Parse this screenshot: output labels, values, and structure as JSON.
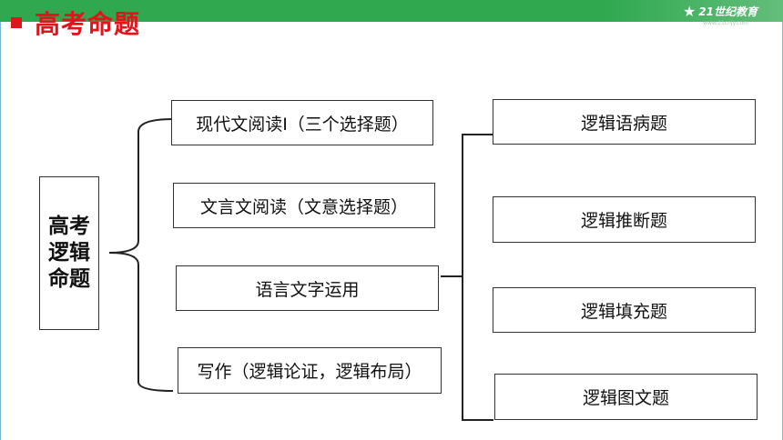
{
  "header": {
    "title": "高考命题",
    "logo_text": "21世纪教育",
    "logo_url": "www.21cnjy.com",
    "bar_color": "#2fa84f",
    "title_color": "#e0141b"
  },
  "diagram": {
    "root": {
      "lines": [
        "高考",
        "逻辑",
        "命题"
      ]
    },
    "left_items": [
      "现代文阅读Ⅰ（三个选择题）",
      "文言文阅读（文意选择题）",
      "语言文字运用",
      "写作（逻辑论证，逻辑布局）"
    ],
    "right_items": [
      "逻辑语病题",
      "逻辑推断题",
      "逻辑填充题",
      "逻辑图文题"
    ]
  }
}
